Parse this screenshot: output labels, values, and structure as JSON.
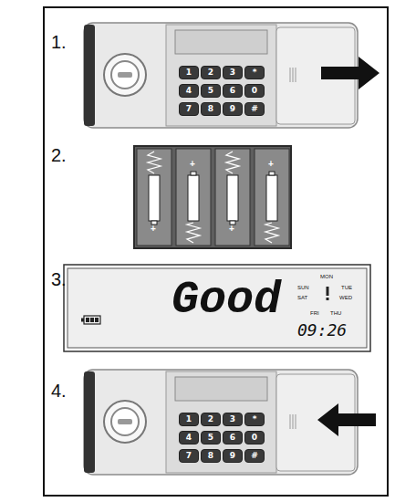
{
  "diagram": {
    "nodes": [
      {
        "text": [
          "1"
        ]
      },
      {
        "text": [
          "2"
        ]
      },
      {
        "text": [
          "3"
        ]
      },
      {
        "text": [
          "*"
        ]
      },
      {
        "text": [
          "4"
        ]
      },
      {
        "text": [
          "5"
        ]
      },
      {
        "text": [
          "6"
        ]
      },
      {
        "text": [
          "0"
        ]
      },
      {
        "text": [
          "7"
        ]
      },
      {
        "text": [
          "8"
        ]
      },
      {
        "text": [
          "9"
        ]
      },
      {
        "text": [
          "#"
        ]
      },
      {
        "text": [
          "Good",
          "MON",
          "SUN",
          "TUE",
          "SAT",
          "WED",
          "FRI",
          "THU",
          "09:26"
        ]
      },
      {
        "text": [
          "1"
        ]
      },
      {
        "text": [
          "2"
        ]
      },
      {
        "text": [
          "3"
        ]
      },
      {
        "text": [
          "*"
        ]
      },
      {
        "text": [
          "4"
        ]
      },
      {
        "text": [
          "5"
        ]
      },
      {
        "text": [
          "6"
        ]
      },
      {
        "text": [
          "0"
        ]
      },
      {
        "text": [
          "7"
        ]
      },
      {
        "text": [
          "8"
        ]
      },
      {
        "text": [
          "9"
        ]
      },
      {
        "text": [
          "#"
        ]
      }
    ],
    "labels": [
      "1.",
      "2.",
      "+",
      "+",
      "+",
      "+",
      "3.",
      "4."
    ]
  }
}
